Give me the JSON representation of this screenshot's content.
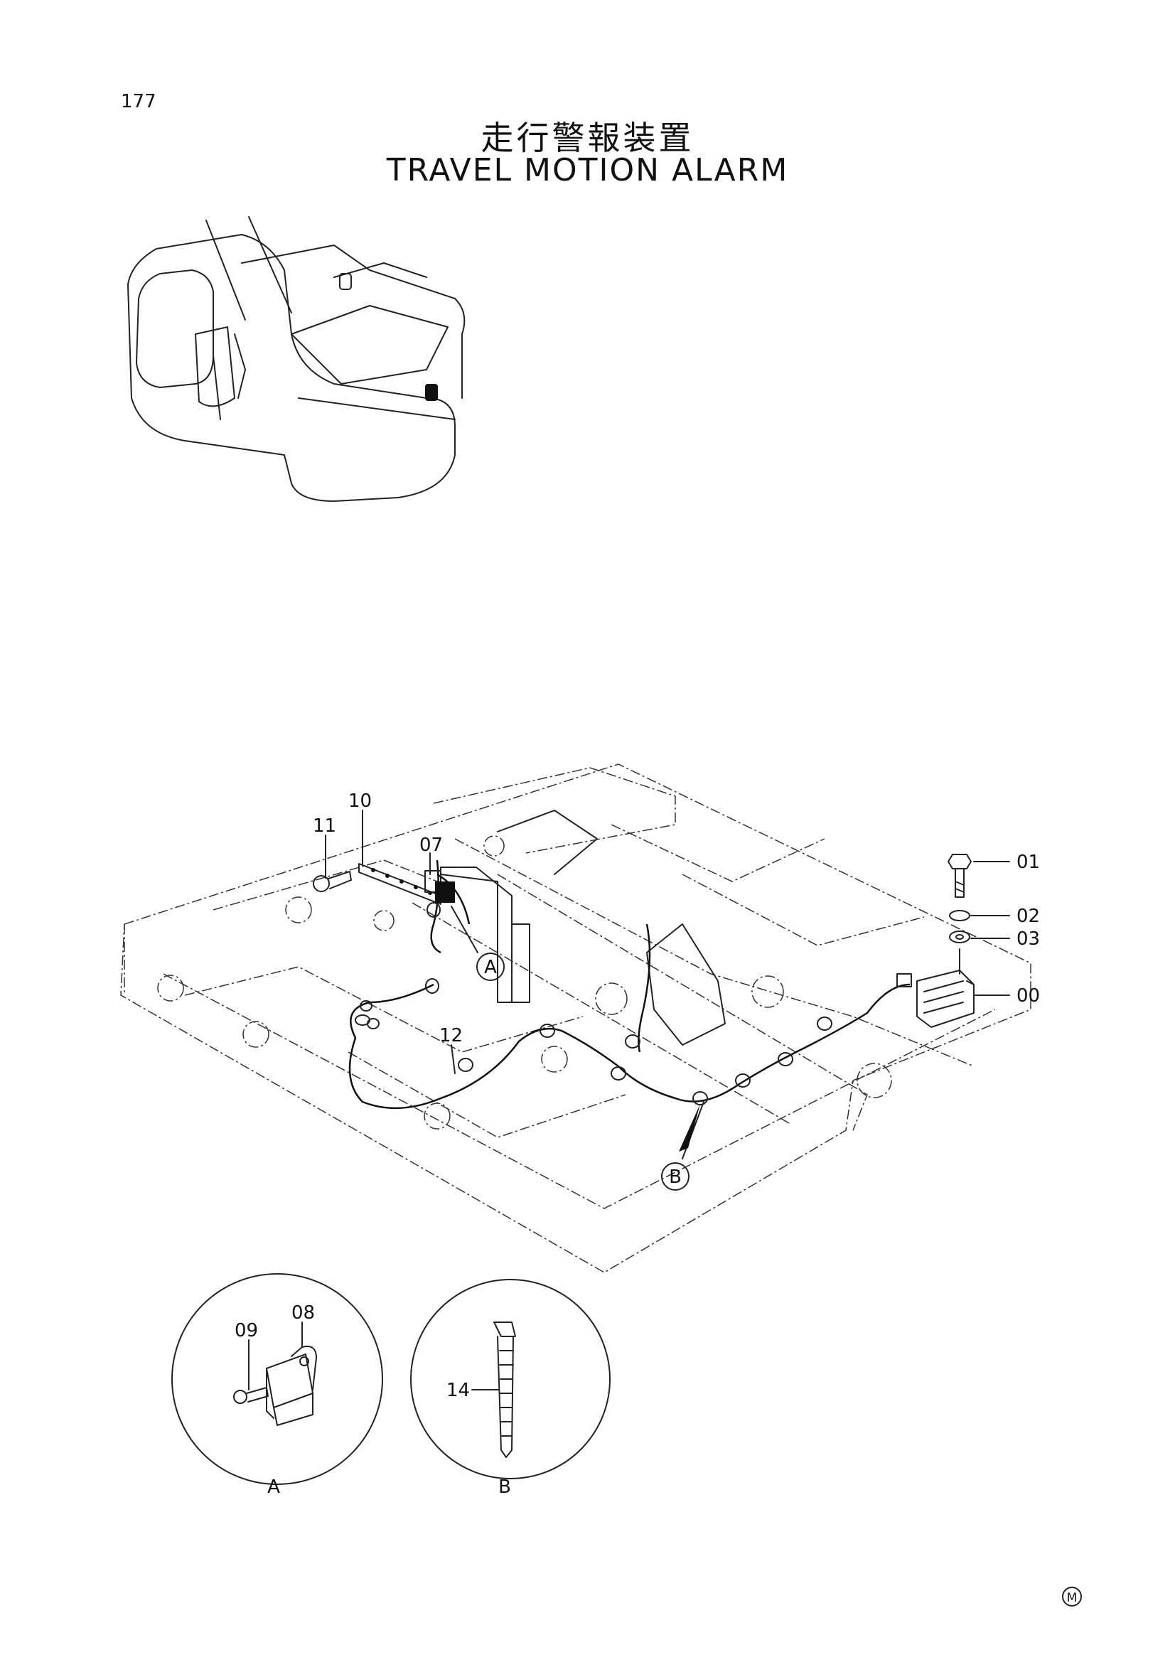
{
  "header": {
    "page_number": "177",
    "title_jp": "走行警報装置",
    "title_en": "TRAVEL MOTION ALARM"
  },
  "callouts": {
    "c00": "00",
    "c01": "01",
    "c02": "02",
    "c03": "03",
    "c07": "07",
    "c08": "08",
    "c09": "09",
    "c10": "10",
    "c11": "11",
    "c12": "12",
    "c14": "14"
  },
  "details": {
    "a_ref": "A",
    "b_ref": "B",
    "a_label": "A",
    "b_label": "B"
  },
  "footer": {
    "mark": "M"
  }
}
